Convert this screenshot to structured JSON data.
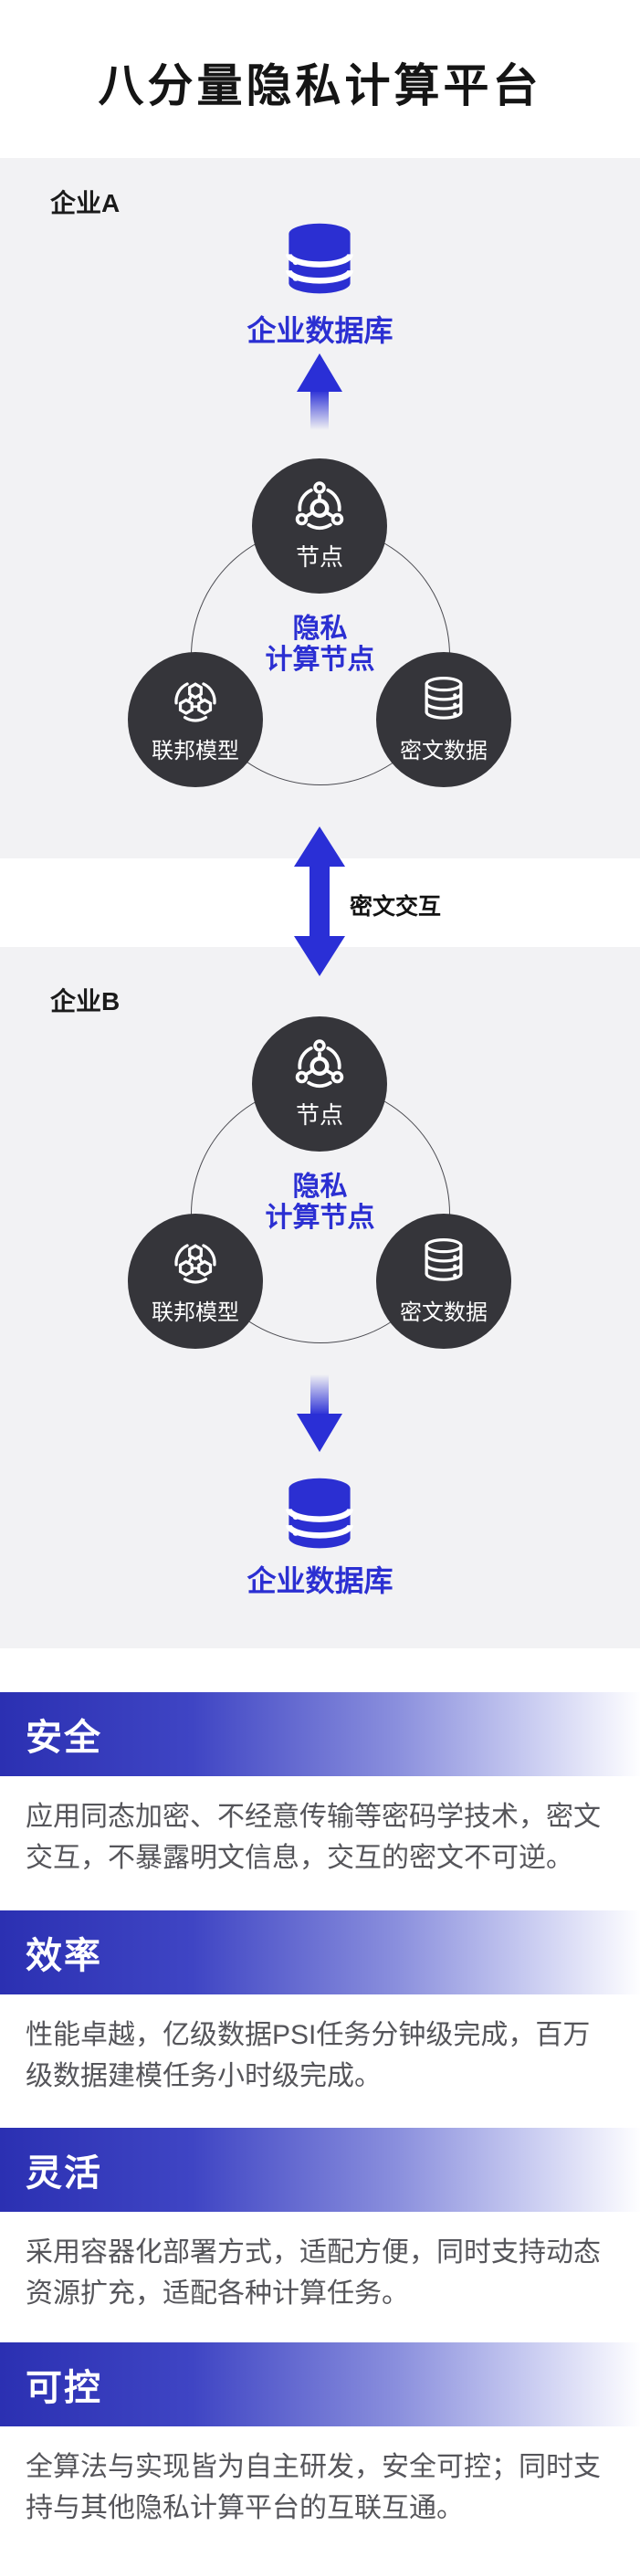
{
  "title": "八分量隐私计算平台",
  "colors": {
    "accent_blue": "#2b2fd2",
    "arrow_blue": "#2a2fd6",
    "node_circle_dark": "#35353a",
    "section_background": "#f2f2f4",
    "header_gradient_start": "#2b30b2",
    "header_gradient_end": "#fefeff",
    "body_text": "#55555a"
  },
  "enterprise_a": {
    "label": "企业A",
    "database_label": "企业数据库",
    "database_icon": "database-solid-icon",
    "arrow_icon": "arrow-up-icon",
    "cluster": {
      "center_label_line1": "隐私",
      "center_label_line2": "计算节点",
      "nodes": {
        "top": {
          "label": "节点",
          "icon": "node-network-icon"
        },
        "left": {
          "label": "联邦模型",
          "icon": "federated-model-icon"
        },
        "right": {
          "label": "密文数据",
          "icon": "cipher-database-icon"
        }
      }
    }
  },
  "exchange": {
    "label": "密文交互",
    "icon": "double-arrow-vertical-icon"
  },
  "enterprise_b": {
    "label": "企业B",
    "database_label": "企业数据库",
    "database_icon": "database-solid-icon",
    "arrow_icon": "arrow-down-icon",
    "cluster": {
      "center_label_line1": "隐私",
      "center_label_line2": "计算节点",
      "nodes": {
        "top": {
          "label": "节点",
          "icon": "node-network-icon"
        },
        "left": {
          "label": "联邦模型",
          "icon": "federated-model-icon"
        },
        "right": {
          "label": "密文数据",
          "icon": "cipher-database-icon"
        }
      }
    }
  },
  "features": [
    {
      "title": "安全",
      "body": "应用同态加密、不经意传输等密码学技术，密文交互，不暴露明文信息，交互的密文不可逆。"
    },
    {
      "title": "效率",
      "body": "性能卓越，亿级数据PSI任务分钟级完成，百万级数据建模任务小时级完成。"
    },
    {
      "title": "灵活",
      "body": "采用容器化部署方式，适配方便，同时支持动态资源扩充，适配各种计算任务。"
    },
    {
      "title": "可控",
      "body": "全算法与实现皆为自主研发，安全可控；同时支持与其他隐私计算平台的互联互通。"
    }
  ]
}
